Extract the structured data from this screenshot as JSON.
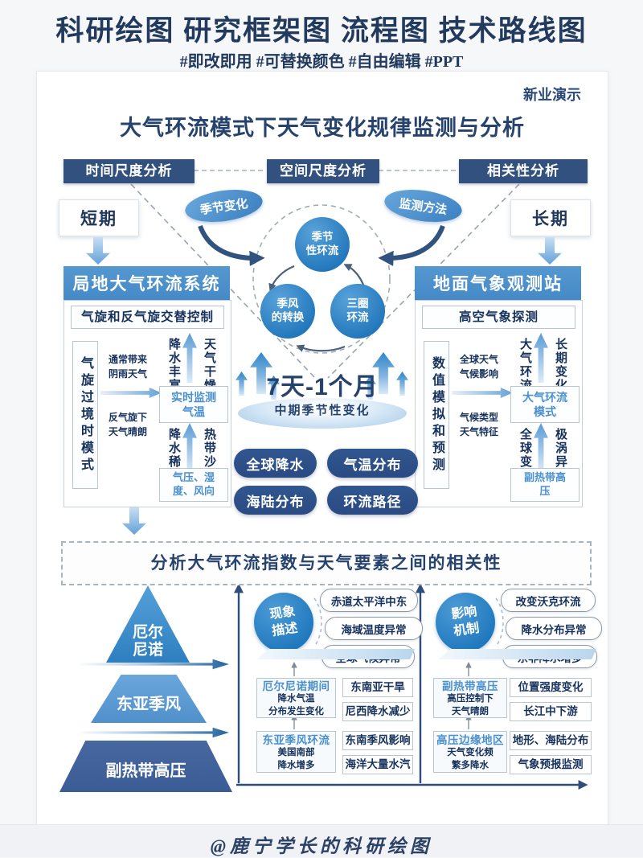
{
  "header": {
    "title": "科研绘图  研究框架图  流程图  技术路线图",
    "tags": "#即改即用 #可替换颜色 #自由编辑 #PPT"
  },
  "brand": {
    "watermark": "新业演示"
  },
  "main": {
    "title": "大气环流模式下天气变化规律监测与分析"
  },
  "tabs": {
    "time": "时间尺度分析",
    "space": "空间尺度分析",
    "corr": "相关性分析"
  },
  "terms": {
    "short": "短期",
    "long": "长期"
  },
  "ovals": {
    "season": "季节变化",
    "monitor": "监测方法"
  },
  "cycle": {
    "c1": "季节\n性环流",
    "c2": "季风\n的转换",
    "c3": "三圈\n环流"
  },
  "left_panel": {
    "header": "局地大气环流系统",
    "subheader": "气旋和反气旋交替控制",
    "side": "气旋过境时模式",
    "note1": "通常带来\n阴雨天气",
    "note2": "反气旋下\n天气晴朗",
    "pair1_left": "降水丰富",
    "pair1_right": "天气干燥",
    "box1": "实时监测\n气温",
    "pair2_left": "降水稀少",
    "pair2_right": "热带沙漠",
    "box2": "气压、湿\n度、风向"
  },
  "right_panel": {
    "header": "地面气象观测站",
    "subheader": "高空气象探测",
    "side": "数值模拟和预测",
    "note1": "全球天气\n气候影响",
    "note2": "气候类型\n天气特征",
    "pair1_left": "大气环流",
    "pair1_right": "长期变化",
    "box1": "大气环流\n模式",
    "pair2_left": "全球变暖",
    "pair2_right": "极涡异常",
    "box2": "副热带高\n压"
  },
  "center": {
    "period": "7天-1个月",
    "period_sub": "中期季节性变化",
    "pills": [
      "全球降水",
      "气温分布",
      "海陆分布",
      "环流路径"
    ]
  },
  "relevance": {
    "text": "分析大气环流指数与天气要素之间的相关性"
  },
  "pyramid": {
    "l1": "厄尔\n尼诺",
    "l2": "东亚季风",
    "l3": "副热带高压"
  },
  "phenomenon": {
    "circle": "现象\n描述",
    "pills": [
      "赤道太平洋中东",
      "海域温度异常",
      "全球气候异常"
    ],
    "box1_title": "厄尔尼诺期间",
    "box1_body": "降水气温\n分布发生变化",
    "box2_title": "东亚季风环流",
    "box2_body": "美国南部\n降水增多",
    "side1": "东南亚干旱",
    "side2": "尼西降水减少",
    "side3": "东南季风影响",
    "side4": "海洋大量水汽"
  },
  "mechanism": {
    "circle": "影响\n机制",
    "pills": [
      "改变沃克环流",
      "降水分布异常",
      "东非降水增多"
    ],
    "box1_title": "副热带高压",
    "box1_body": "高压控制下\n天气晴朗",
    "box2_title": "高压边缘地区",
    "box2_body": "天气变化频\n繁多降水",
    "side1": "位置强度变化",
    "side2": "长江中下游",
    "side3": "地形、海陆分布",
    "side4": "气象预报监测"
  },
  "footer": {
    "credit": "@鹿宁学长的科研绘图"
  },
  "colors": {
    "navy_tab": "#33517e",
    "section_blue": "#4a8fcb",
    "circle_blue": "#2f86c8",
    "pill_navy": "#2d4e8a",
    "title_navy": "#26436e",
    "accent_text": "#4a90cd",
    "dark_trapezoid": "#3e5f9e"
  }
}
